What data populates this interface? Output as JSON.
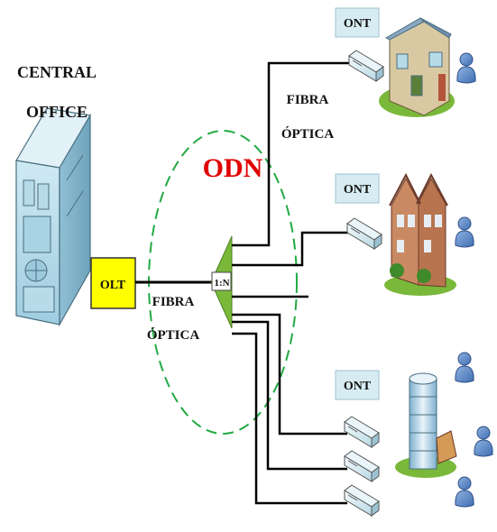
{
  "central_office": {
    "line1": "CENTRAL",
    "line2": "OFFICE"
  },
  "olt": {
    "label": "OLT"
  },
  "odn": {
    "label": "ODN"
  },
  "splitter": {
    "label": "1:N"
  },
  "fibra_left": {
    "line1": "FIBRA",
    "line2": "ÓPTICA"
  },
  "fibra_top": {
    "line1": "FIBRA",
    "line2": "ÓPTICA"
  },
  "ont_labels": [
    "ONT",
    "ONT",
    "ONT"
  ],
  "colors": {
    "olt_fill": "#ffff00",
    "olt_border": "#333333",
    "odn_text": "#e00000",
    "odn_circle": "#22aa44",
    "splitter_fill": "#7ab83a",
    "ont_box_fill": "#d7ecf2",
    "fiber_line": "#000000",
    "person": "#5b86c6",
    "building": "#b9dcea"
  },
  "icons": [
    "central-office-building-icon",
    "house-icon",
    "townhouses-icon",
    "office-tower-icon",
    "person-icon",
    "ont-device-icon"
  ]
}
